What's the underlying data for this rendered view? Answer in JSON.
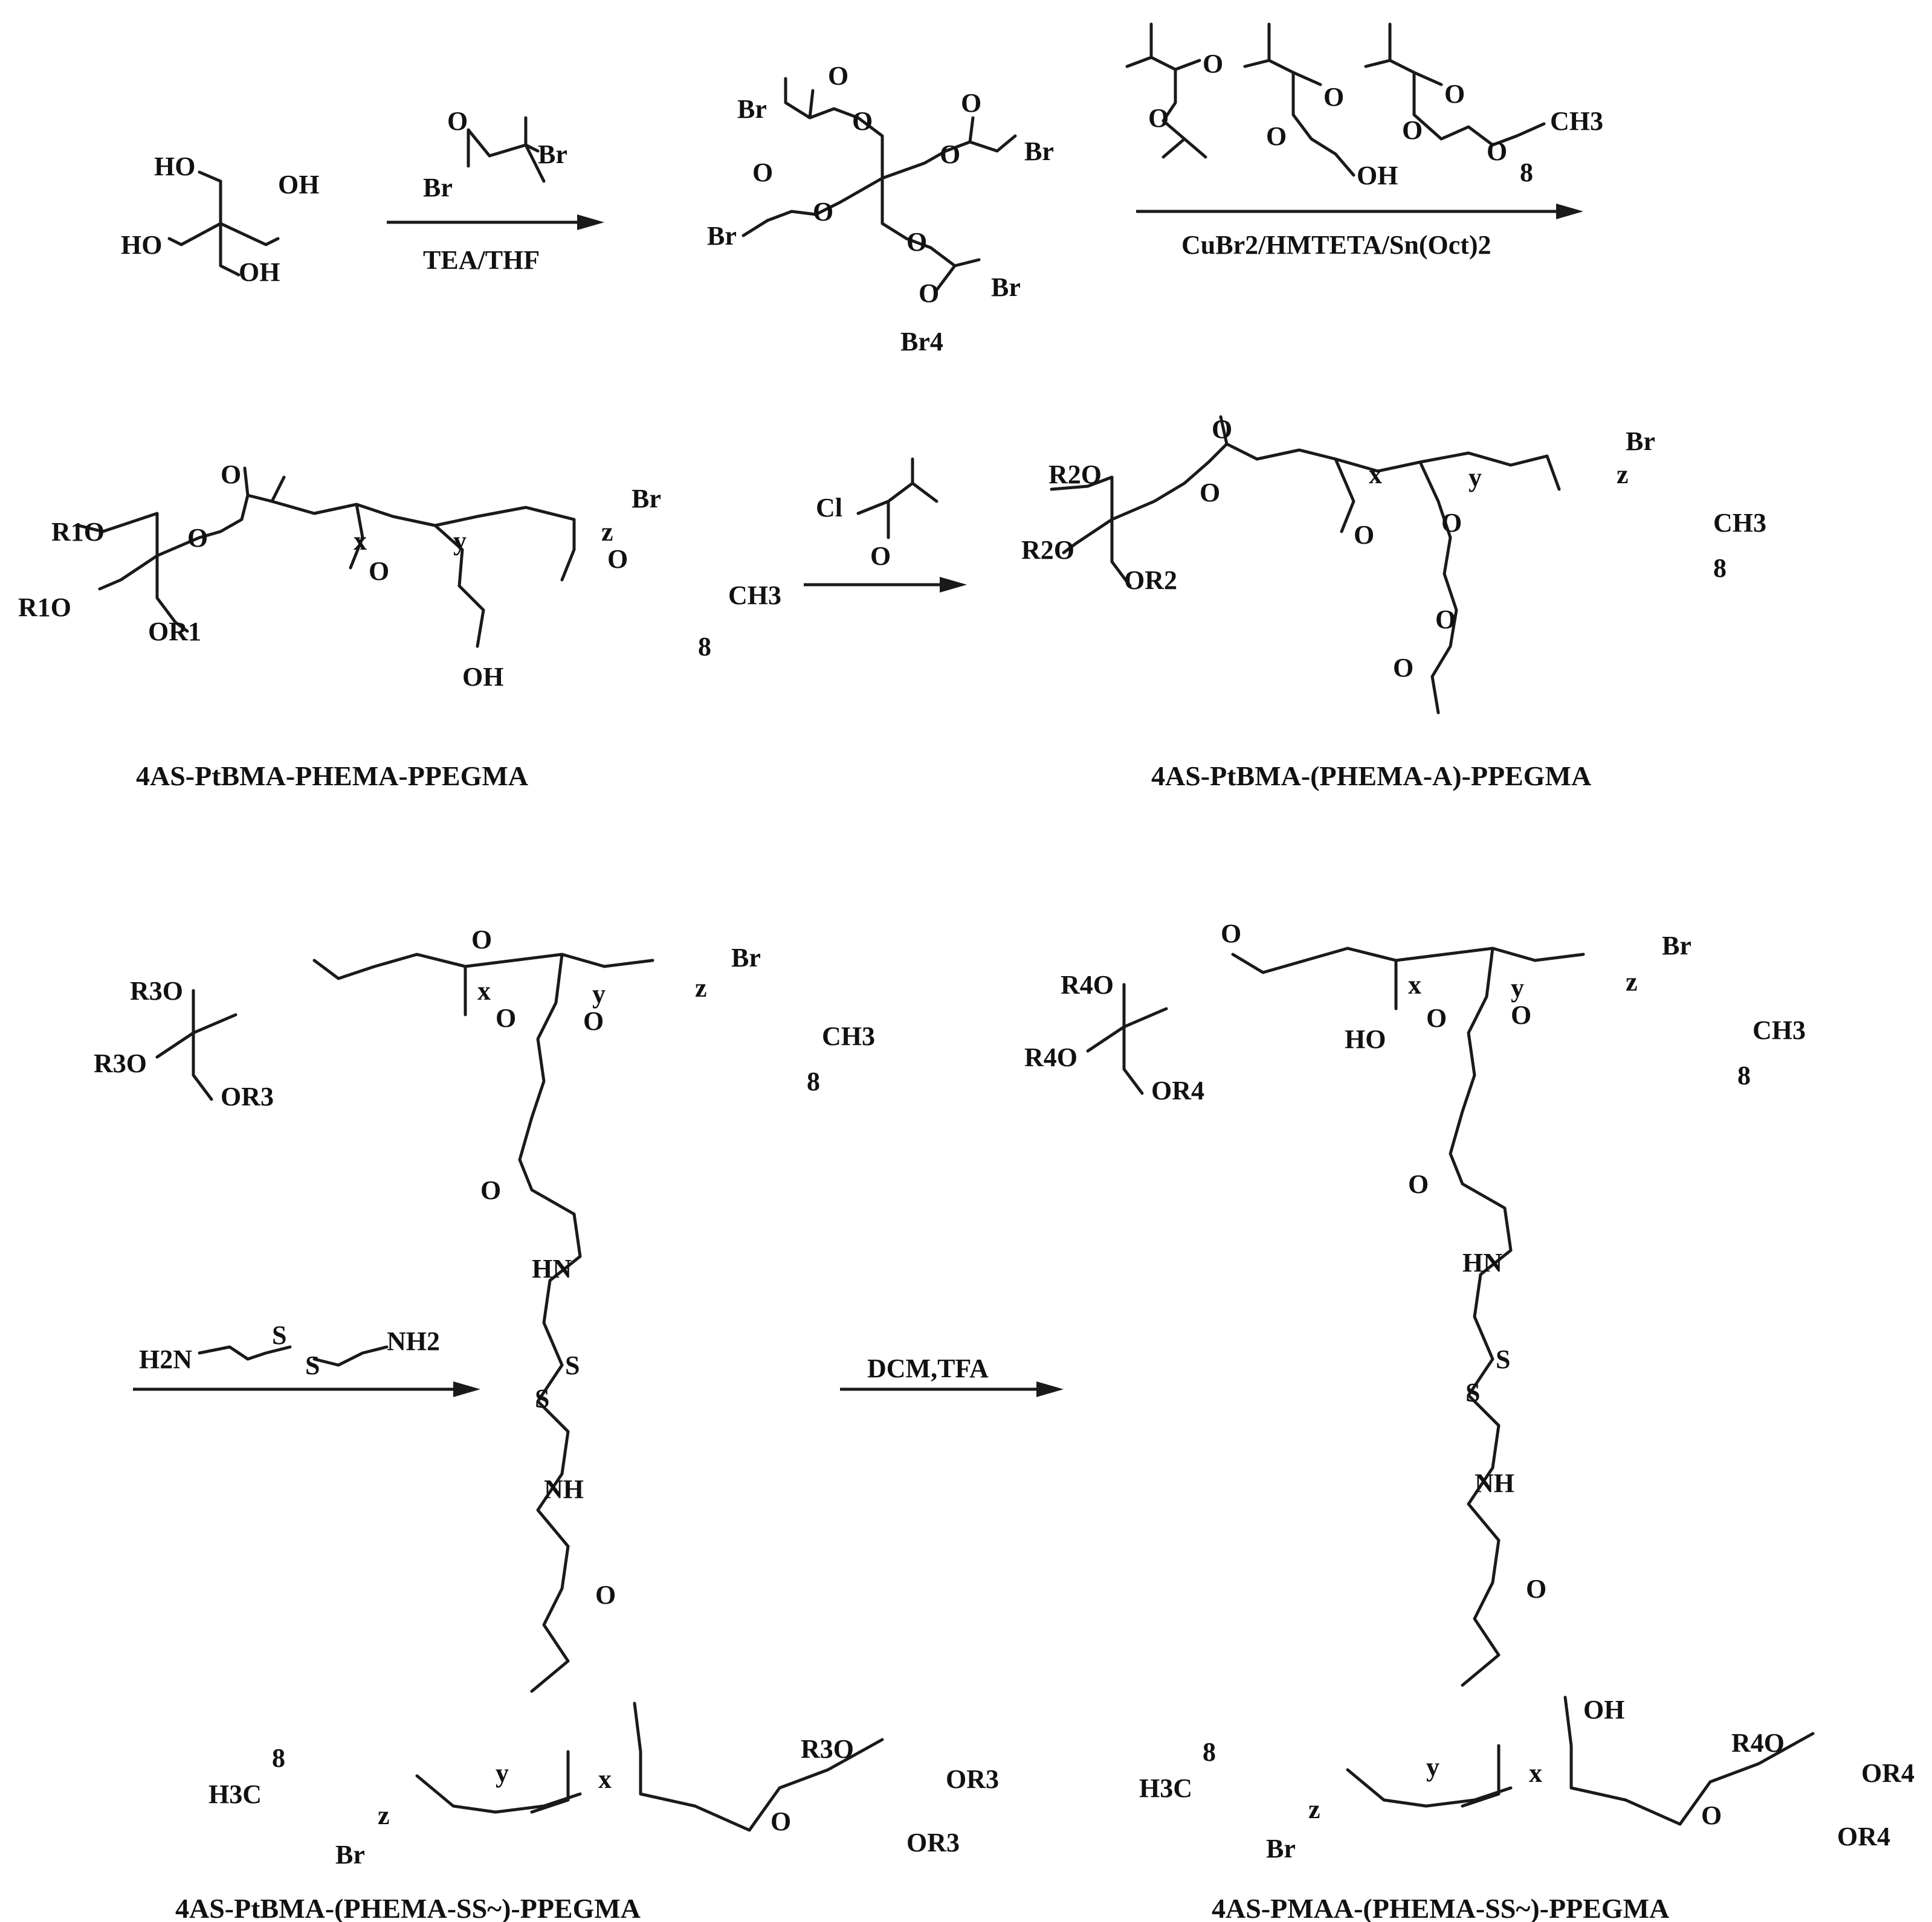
{
  "row1": {
    "pentaerythritol": {
      "oh": [
        "HO",
        "OH",
        "HO",
        "OH"
      ]
    },
    "reagent": {
      "br": "Br",
      "br2": "Br",
      "o": "O"
    },
    "step1_conditions": "TEA/THF",
    "br4": {
      "label": "Br4",
      "br": "Br",
      "o": "O"
    },
    "monomers": {
      "o": "O",
      "oh": "OH",
      "ch3": "CH3",
      "n": "8"
    },
    "step2_conditions": "CuBr2/HMTETA/Sn(Oct)2"
  },
  "row2": {
    "left": {
      "caption": "4AS-PtBMA-PHEMA-PPEGMA",
      "r": "R1O",
      "or": "OR1",
      "br": "Br",
      "x": "x",
      "y": "y",
      "z": "z",
      "ch3": "CH3",
      "n": "8",
      "oh": "OH",
      "o": "O"
    },
    "reagent": {
      "cl": "Cl",
      "o": "O"
    },
    "right": {
      "caption": "4AS-PtBMA-(PHEMA-A)-PPEGMA",
      "r": "R2O",
      "or": "OR2",
      "br": "Br",
      "x": "x",
      "y": "y",
      "z": "z",
      "ch3": "CH3",
      "n": "8",
      "o": "O"
    }
  },
  "row3": {
    "left": {
      "caption": "4AS-PtBMA-(PHEMA-SS~)-PPEGMA",
      "r": "R3O",
      "or": "OR3",
      "br": "Br",
      "x": "x",
      "y": "y",
      "z": "z",
      "ch3": "CH3",
      "h3c": "H3C",
      "n": "8",
      "hn": "HN",
      "nh": "NH",
      "s": "S",
      "o": "O"
    },
    "reagent": {
      "h2n": "H2N",
      "nh2": "NH2",
      "s": "S"
    },
    "step4_conditions": "DCM,TFA",
    "right": {
      "caption": "4AS-PMAA-(PHEMA-SS~)-PPEGMA",
      "r": "R4O",
      "or": "OR4",
      "br": "Br",
      "x": "x",
      "y": "y",
      "z": "z",
      "ch3": "CH3",
      "h3c": "H3C",
      "n": "8",
      "hn": "HN",
      "nh": "NH",
      "s": "S",
      "o": "O",
      "oh": "OH",
      "ho": "HO"
    }
  }
}
